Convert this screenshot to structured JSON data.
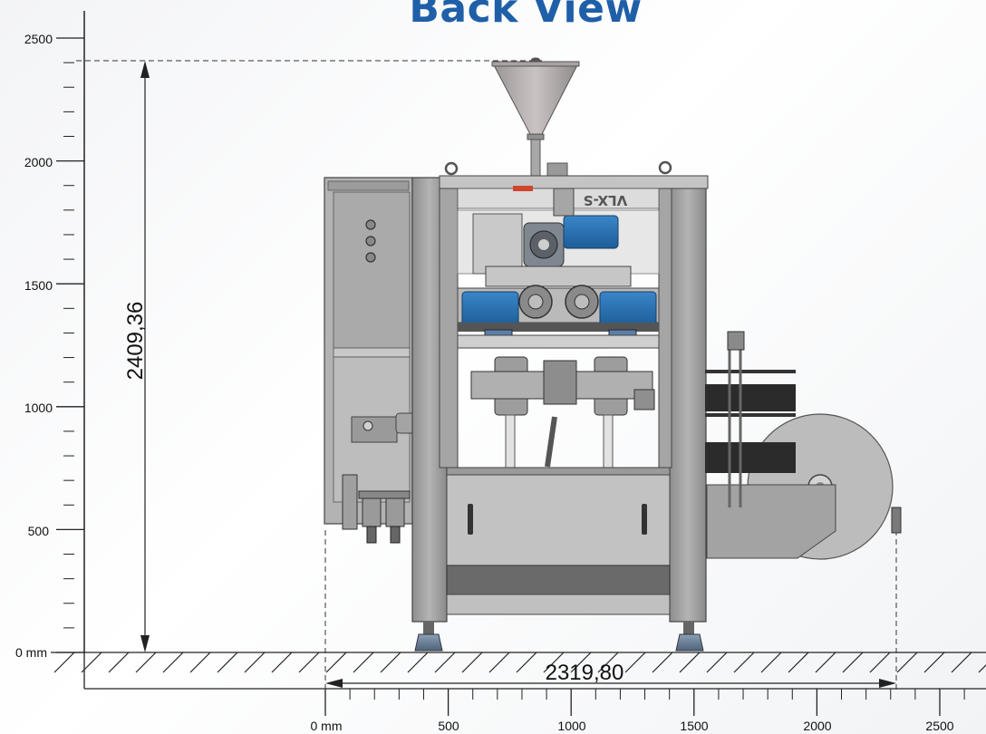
{
  "title": "Back View",
  "machine_label": "VLX-S",
  "y_axis": {
    "unit_label": "0 mm",
    "ticks": [
      "2500",
      "2000",
      "1500",
      "1000",
      "500"
    ]
  },
  "x_axis": {
    "unit_label": "0 mm",
    "ticks": [
      "500",
      "1000",
      "1500",
      "2000",
      "2500"
    ]
  },
  "dimensions": {
    "height": "2409,36",
    "width": "2319,80"
  }
}
